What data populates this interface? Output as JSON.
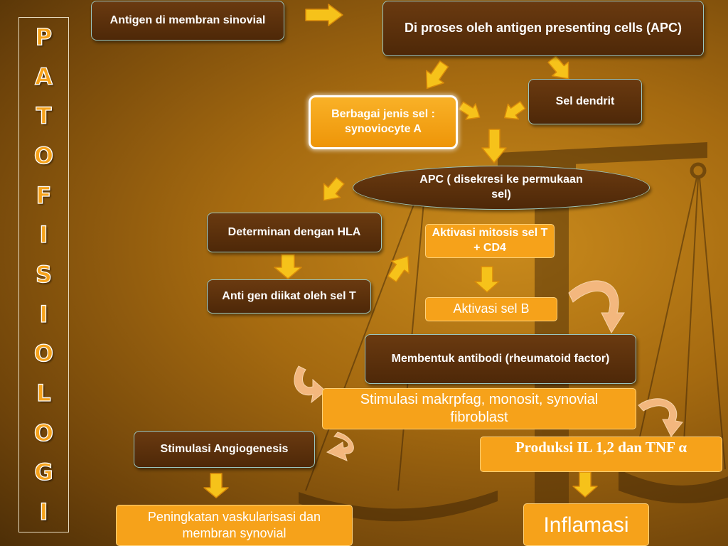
{
  "colors": {
    "accent_orange": "#f6a21a",
    "box_brown": "#5a3010",
    "box_border": "#9ac6c0",
    "arrow_yellow": "#f6c21a"
  },
  "vertical_title": [
    "P",
    "A",
    "T",
    "O",
    "F",
    "I",
    "S",
    "I",
    "O",
    "L",
    "O",
    "G",
    "I"
  ],
  "nodes": {
    "antigen_membran": "Antigen di membran sinovial",
    "diproses_apc": "Di proses oleh antigen presenting cells (APC)",
    "sel_dendrit": "Sel dendrit",
    "synoviocyte": "Berbagai jenis sel : synoviocyte A",
    "apc_disekresi": "APC  ( disekresi ke permukaan sel)",
    "determinan_hla": "Determinan dengan HLA",
    "aktivasi_mitosis": "Aktivasi mitosis sel T + CD4",
    "antigen_diikat": "Anti gen diikat oleh sel T",
    "aktivasi_sel_b": "Aktivasi sel B",
    "membentuk_antibodi": "Membentuk antibodi (rheumatoid factor)",
    "stimulasi_makrofag": "Stimulasi makrpfag, monosit, synovial fibroblast",
    "stimulasi_angiogenesis": "Stimulasi Angiogenesis",
    "produksi_il": "Produksi IL 1,2 dan TNF α",
    "peningkatan_vaskularisasi": "Peningkatan vaskularisasi dan membran synovial",
    "inflamasi": "Inflamasi"
  }
}
